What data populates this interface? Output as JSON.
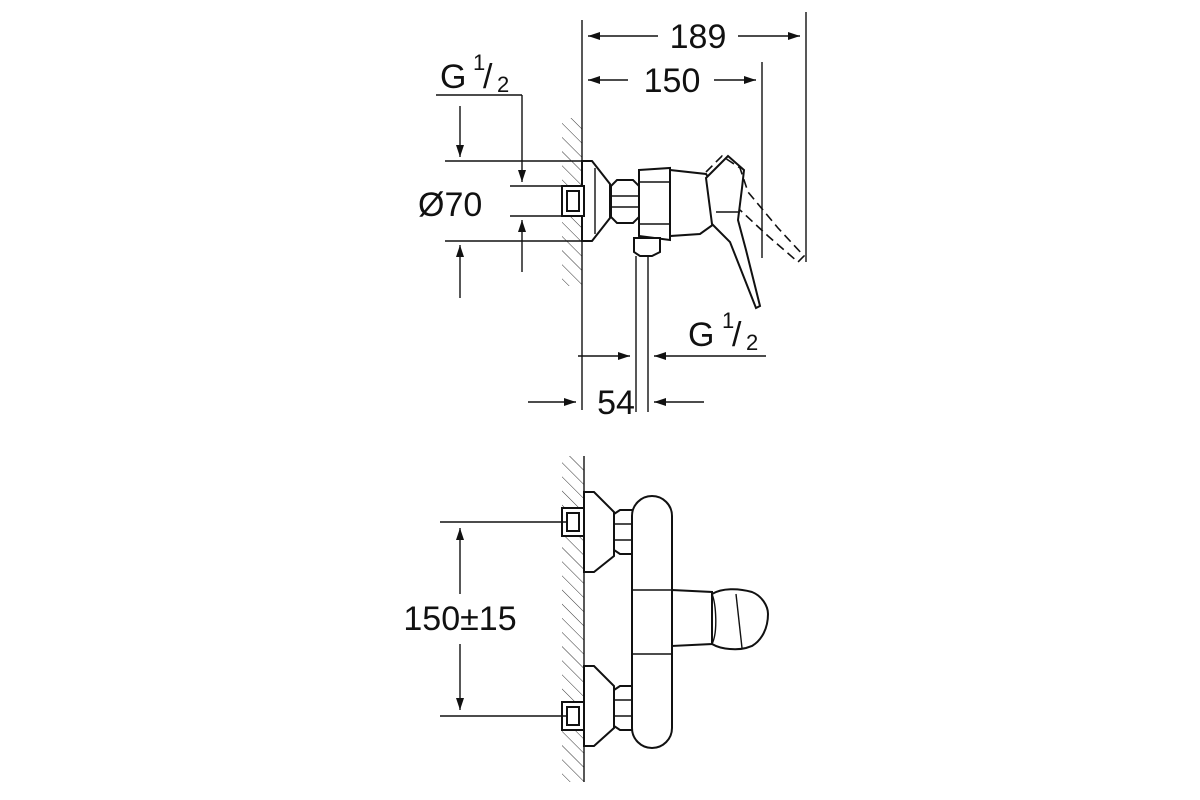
{
  "dimensions": {
    "overall_depth": "189",
    "body_depth": "150",
    "inlet_thread_label": "G",
    "inlet_thread_num": "1",
    "inlet_thread_den": "2",
    "escutcheon_diameter": "Ø70",
    "outlet_thread_label": "G",
    "outlet_thread_num": "1",
    "outlet_thread_den": "2",
    "outlet_offset": "54",
    "centre_distance": "150±15"
  }
}
